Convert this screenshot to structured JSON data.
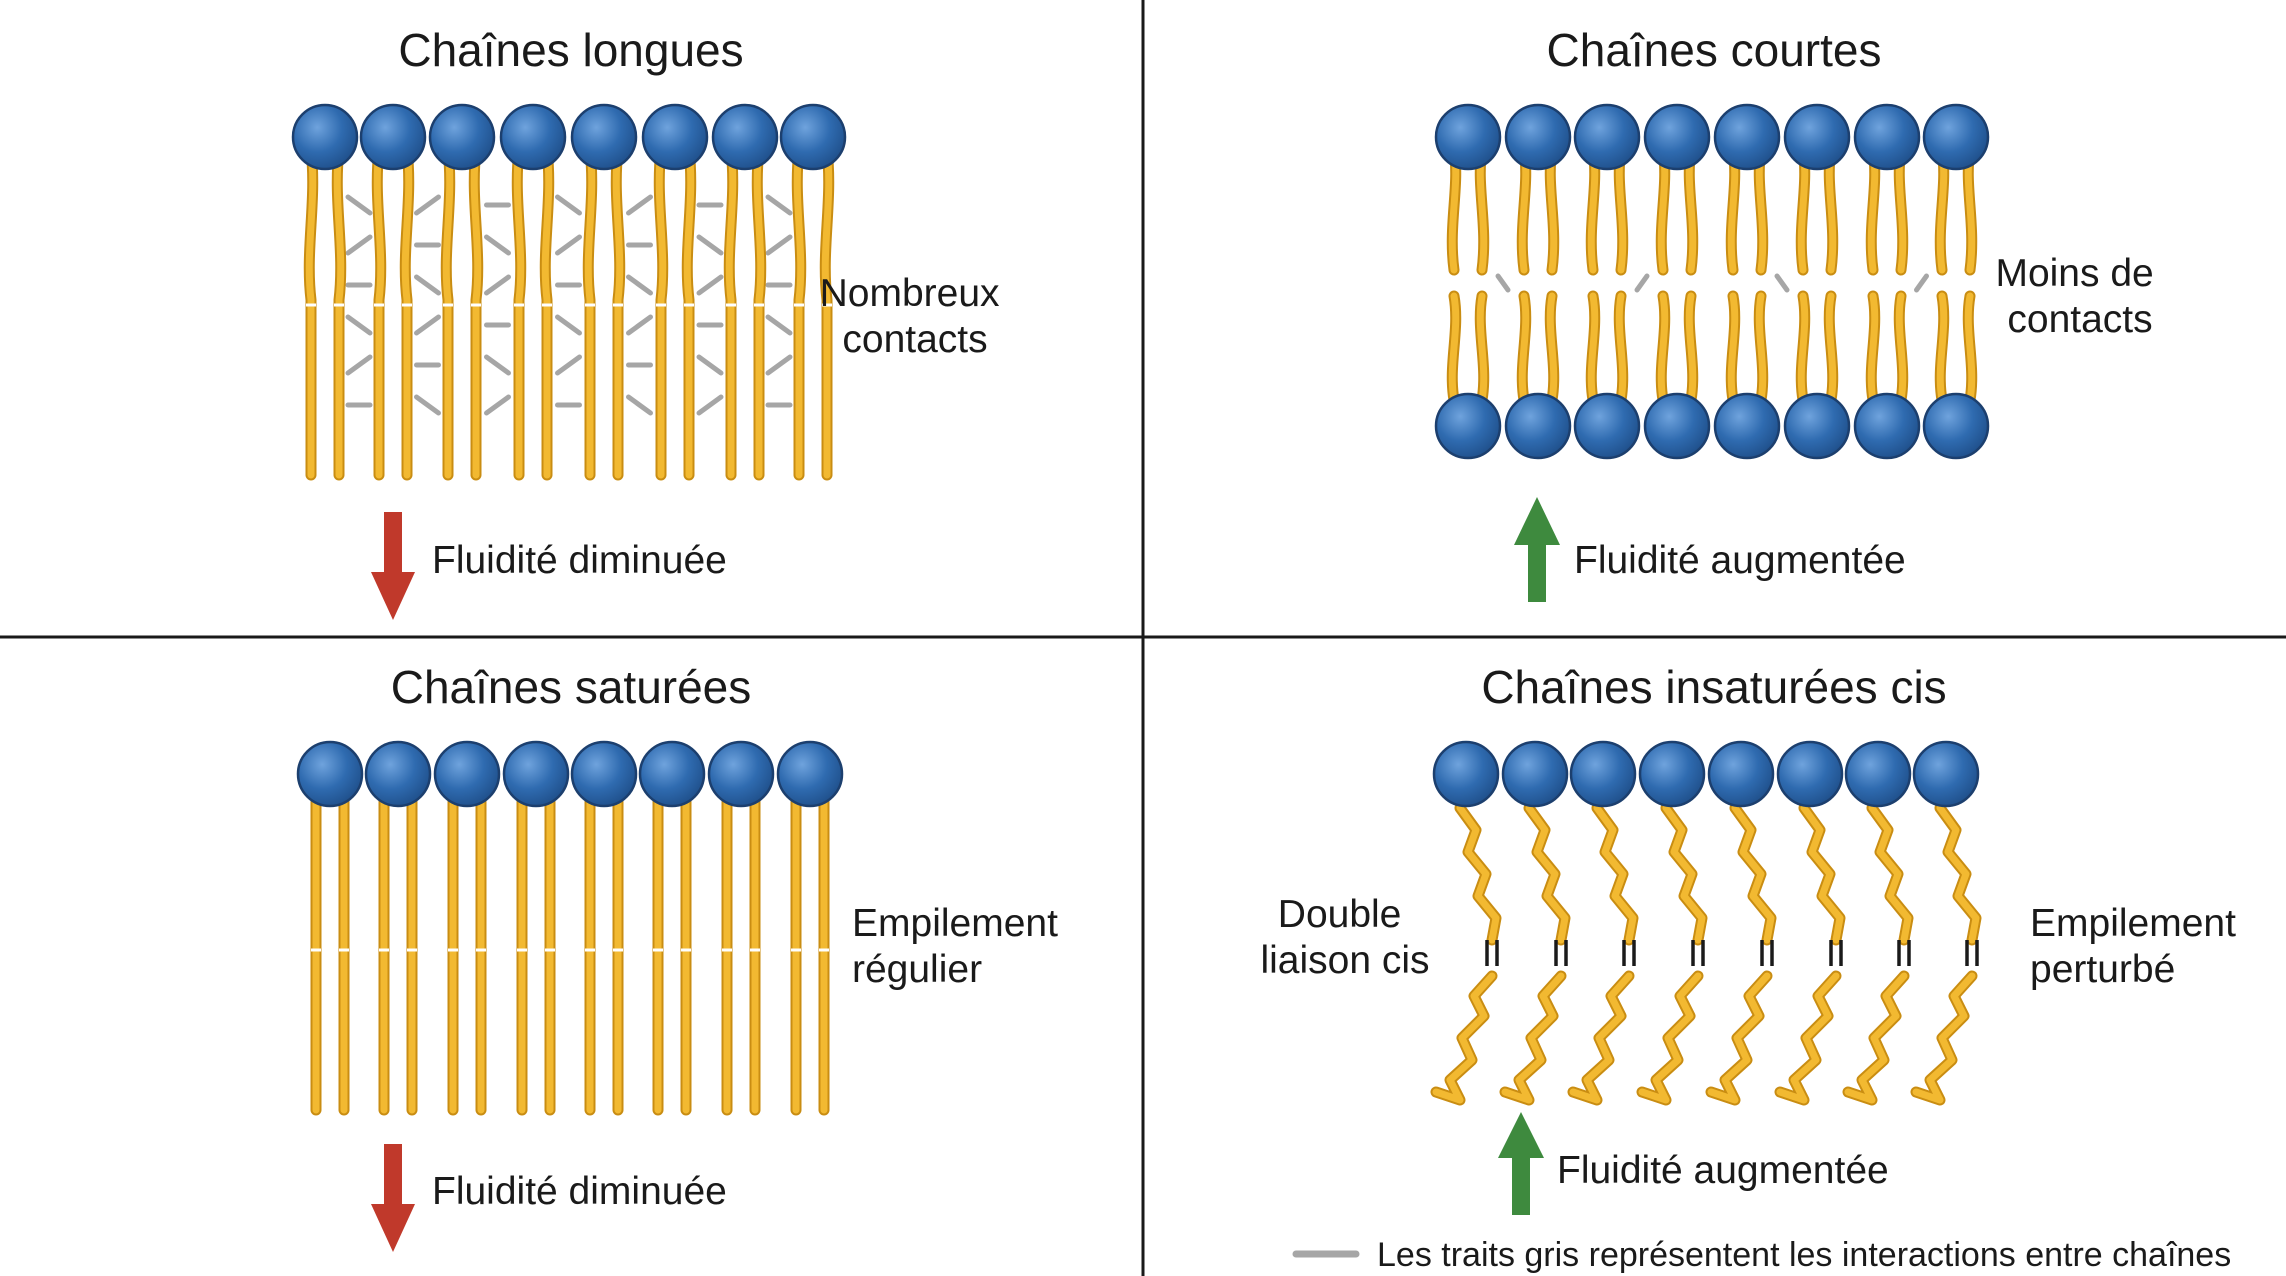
{
  "colors": {
    "head": "#2f6bb0",
    "head_stroke": "#1c3f6e",
    "tail": "#f2b931",
    "tail_stroke": "#c98d12",
    "interaction": "#a6a6a6",
    "arrow_down": "#c0392b",
    "arrow_up": "#3e8a3e",
    "divider": "#1a1a1a"
  },
  "panels": {
    "long": {
      "title": "Chaînes longues",
      "contact_label": [
        "Nombreux",
        "contacts"
      ],
      "fluidity": "Fluidité diminuée",
      "arrow": "down-arrow-icon"
    },
    "short": {
      "title": "Chaînes courtes",
      "contact_label": [
        "Moins de",
        "contacts"
      ],
      "fluidity": "Fluidité augmentée",
      "arrow": "up-arrow-icon"
    },
    "saturated": {
      "title": "Chaînes saturées",
      "packing_label": [
        "Empilement",
        "régulier"
      ],
      "fluidity": "Fluidité diminuée",
      "arrow": "down-arrow-icon"
    },
    "unsaturated": {
      "title": "Chaînes insaturées cis",
      "bond_label": [
        "Double",
        "liaison cis"
      ],
      "packing_label": [
        "Empilement",
        "perturbé"
      ],
      "fluidity": "Fluidité augmentée",
      "arrow": "up-arrow-icon"
    }
  },
  "legend": {
    "text": "Les traits gris représentent les interactions entre chaînes"
  }
}
